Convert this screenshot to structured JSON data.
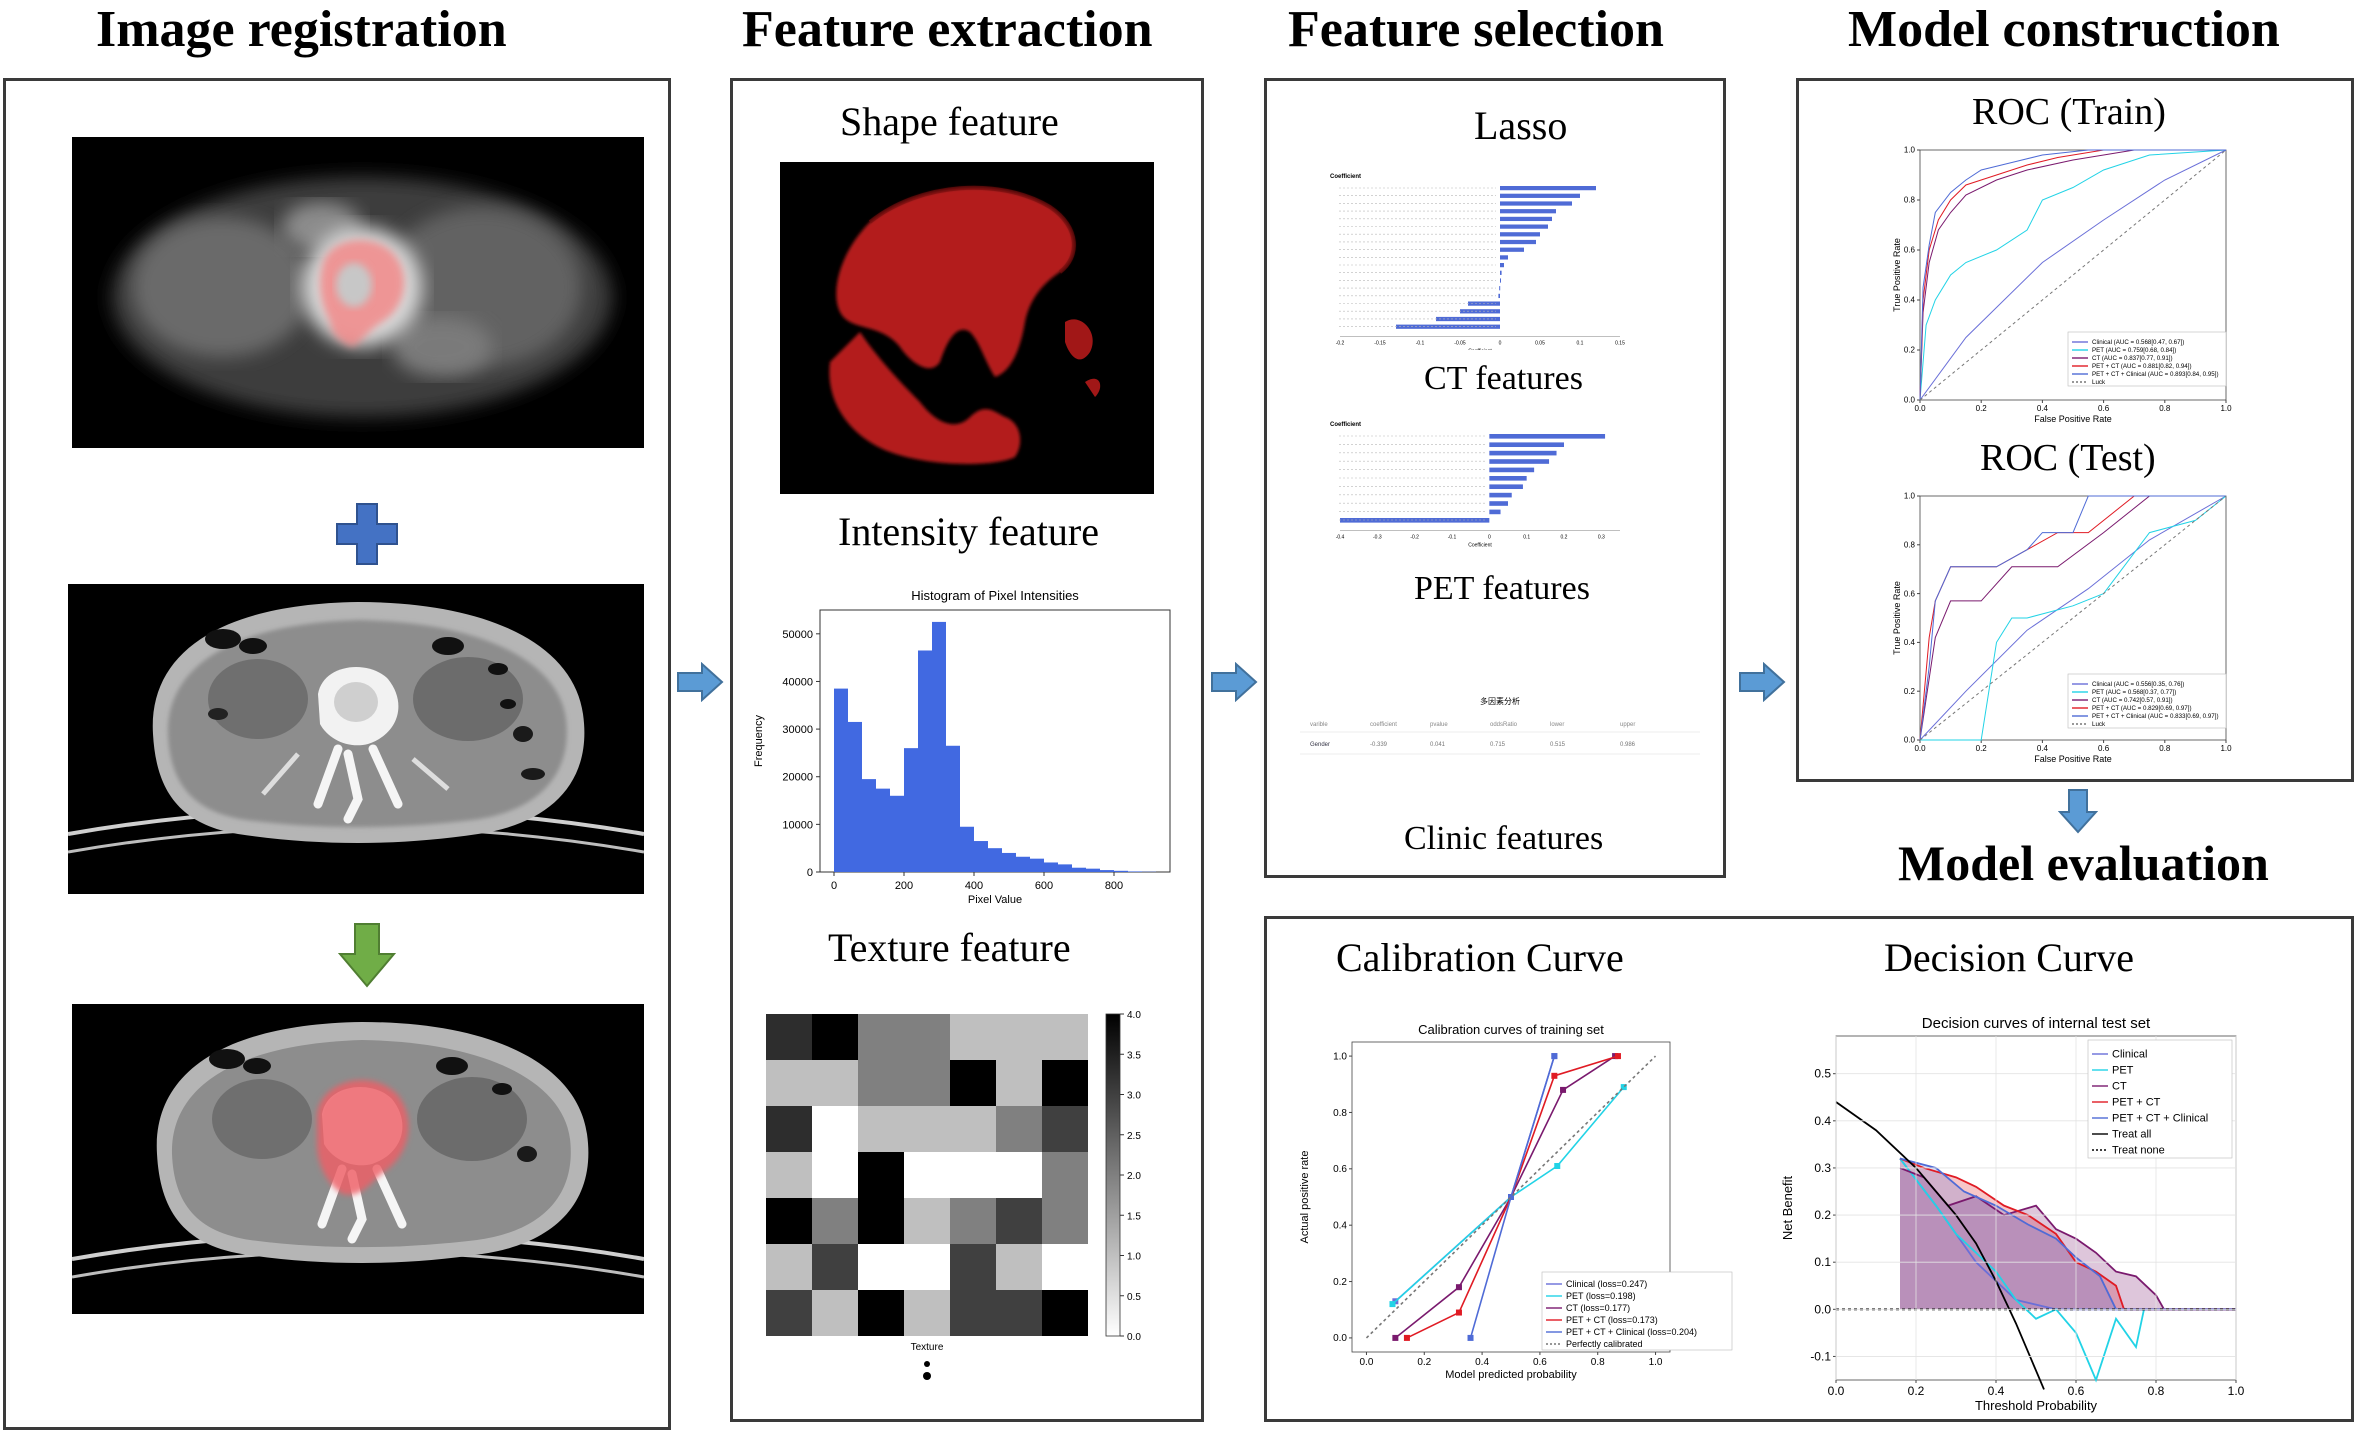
{
  "sections": {
    "registration": "Image registration",
    "extraction": "Feature extraction",
    "selection": "Feature selection",
    "construction": "Model construction",
    "evaluation": "Model evaluation"
  },
  "extraction": {
    "shape": "Shape feature",
    "intensity": "Intensity feature",
    "texture": "Texture feature"
  },
  "selection": {
    "lasso": "Lasso",
    "ct": "CT features",
    "pet": "PET features",
    "clinic": "Clinic features",
    "lasso_header": "Coefficient",
    "lasso_xlabel": "Coefficient",
    "clinic_table": {
      "title": "多因素分析",
      "headers": [
        "varible",
        "coefficient",
        "pvalue",
        "oddsRatio",
        "lower",
        "upper"
      ],
      "row": [
        "Gender",
        "-0.339",
        "0.041",
        "0.715",
        "0.515",
        "0.986"
      ]
    }
  },
  "construction": {
    "roc_train": "ROC (Train)",
    "roc_test": "ROC (Test)",
    "calibration": "Calibration Curve",
    "decision": "Decision Curve"
  },
  "colors": {
    "clinical": "#6a6fd8",
    "pet": "#22d3e6",
    "ct": "#7a1a6e",
    "petct": "#e01b24",
    "petctclin": "#4f6bd6",
    "hist": "#4169e1",
    "arrow_blue": "#5b8fd0",
    "arrow_green": "#70ad47"
  },
  "chart_data": [
    {
      "type": "bar",
      "title": "Histogram of Pixel Intensities",
      "xlabel": "Pixel Value",
      "ylabel": "Frequency",
      "x_ticks": [
        "0",
        "200",
        "400",
        "600",
        "800"
      ],
      "y_ticks": [
        "0",
        "10000",
        "20000",
        "30000",
        "40000",
        "50000"
      ],
      "bin_starts": [
        0,
        40,
        80,
        120,
        160,
        200,
        240,
        280,
        320,
        360,
        400,
        440,
        480,
        520,
        560,
        600,
        640,
        680,
        720,
        760,
        800,
        840,
        880
      ],
      "values": [
        38500,
        31500,
        19500,
        17500,
        16000,
        26000,
        46500,
        52500,
        26500,
        9500,
        6500,
        5000,
        4000,
        3200,
        2800,
        2000,
        1600,
        900,
        700,
        400,
        250,
        120,
        60
      ],
      "xlim": [
        -40,
        960
      ],
      "ylim": [
        0,
        55000
      ]
    },
    {
      "type": "heatmap",
      "xlabel": "Texture",
      "colorbar_ticks": [
        "4.0",
        "3.5",
        "3.0",
        "2.5",
        "2.0",
        "1.5",
        "1.0",
        "0.5",
        "0.0"
      ],
      "range": [
        0,
        4
      ],
      "values": [
        [
          3.3,
          4.0,
          2.0,
          2.0,
          1.0,
          1.0,
          1.0
        ],
        [
          1.0,
          1.0,
          2.0,
          2.0,
          4.0,
          1.0,
          4.0
        ],
        [
          3.3,
          0.0,
          1.0,
          1.0,
          1.0,
          2.0,
          3.0
        ],
        [
          1.0,
          0.0,
          4.0,
          0.0,
          0.0,
          0.0,
          2.0
        ],
        [
          4.0,
          2.0,
          4.0,
          1.0,
          2.0,
          3.0,
          2.0
        ],
        [
          1.0,
          3.0,
          0.0,
          0.0,
          3.0,
          1.0,
          0.0
        ],
        [
          3.0,
          1.0,
          4.0,
          1.0,
          3.0,
          3.0,
          4.0
        ]
      ]
    },
    {
      "type": "bar",
      "title": "Lasso CT coefficients",
      "ylabel": "Coefficient",
      "xlabel": "Coefficient",
      "values": [
        0.12,
        0.1,
        0.09,
        0.07,
        0.065,
        0.06,
        0.05,
        0.045,
        0.03,
        0.01,
        0.005,
        0.002,
        0.001,
        -0.001,
        -0.002,
        -0.04,
        -0.05,
        -0.08,
        -0.13
      ],
      "x_ticks": [
        "-0.2",
        "-0.15",
        "-0.1",
        "-0.05",
        "0",
        "0.05",
        "0.1",
        "0.15"
      ],
      "xlim": [
        -0.2,
        0.15
      ]
    },
    {
      "type": "bar",
      "title": "Lasso PET coefficients",
      "ylabel": "Coefficient",
      "xlabel": "Coefficient",
      "values": [
        0.31,
        0.2,
        0.18,
        0.16,
        0.12,
        0.1,
        0.09,
        0.06,
        0.05,
        0.03,
        -0.4
      ],
      "x_ticks": [
        "-0.4",
        "-0.3",
        "-0.2",
        "-0.1",
        "0",
        "0.1",
        "0.2",
        "0.3"
      ],
      "xlim": [
        -0.4,
        0.35
      ]
    },
    {
      "type": "line",
      "title": "ROC (Train)",
      "xlabel": "False Positive Rate",
      "ylabel": "True Positive Rate",
      "ticks": [
        "0.0",
        "0.2",
        "0.4",
        "0.6",
        "0.8",
        "1.0"
      ],
      "series": [
        {
          "name": "Clinical (AUC = 0.568[0.47, 0.67])",
          "key": "clinical",
          "x": [
            0,
            0.15,
            0.4,
            0.6,
            0.8,
            1.0
          ],
          "y": [
            0,
            0.25,
            0.55,
            0.72,
            0.88,
            1.0
          ]
        },
        {
          "name": "PET (AUC = 0.759[0.68, 0.84])",
          "key": "pet",
          "x": [
            0,
            0.02,
            0.05,
            0.1,
            0.15,
            0.25,
            0.35,
            0.4,
            0.5,
            0.6,
            0.75,
            1.0
          ],
          "y": [
            0,
            0.3,
            0.4,
            0.5,
            0.55,
            0.6,
            0.68,
            0.8,
            0.85,
            0.92,
            0.98,
            1.0
          ]
        },
        {
          "name": "CT (AUC = 0.837[0.77, 0.91])",
          "key": "ct",
          "x": [
            0,
            0.01,
            0.03,
            0.06,
            0.1,
            0.15,
            0.25,
            0.35,
            0.5,
            0.7,
            1.0
          ],
          "y": [
            0,
            0.35,
            0.55,
            0.68,
            0.75,
            0.82,
            0.88,
            0.92,
            0.96,
            1.0,
            1.0
          ]
        },
        {
          "name": "PET + CT (AUC = 0.881[0.82, 0.94])",
          "key": "petct",
          "x": [
            0,
            0.01,
            0.03,
            0.06,
            0.1,
            0.15,
            0.25,
            0.35,
            0.45,
            0.6,
            1.0
          ],
          "y": [
            0,
            0.4,
            0.6,
            0.72,
            0.8,
            0.86,
            0.9,
            0.94,
            0.97,
            1.0,
            1.0
          ]
        },
        {
          "name": "PET + CT + Clinical (AUC = 0.893[0.84, 0.95])",
          "key": "petctclin",
          "x": [
            0,
            0.01,
            0.03,
            0.05,
            0.1,
            0.15,
            0.2,
            0.3,
            0.4,
            0.55,
            1.0
          ],
          "y": [
            0,
            0.45,
            0.62,
            0.75,
            0.83,
            0.88,
            0.92,
            0.95,
            0.98,
            1.0,
            1.0
          ]
        },
        {
          "name": "Luck",
          "key": "luck",
          "x": [
            0,
            1
          ],
          "y": [
            0,
            1
          ]
        }
      ]
    },
    {
      "type": "line",
      "title": "ROC (Test)",
      "xlabel": "False Positive Rate",
      "ylabel": "True Positive Rate",
      "ticks": [
        "0.0",
        "0.2",
        "0.4",
        "0.6",
        "0.8",
        "1.0"
      ],
      "series": [
        {
          "name": "Clinical (AUC = 0.556[0.35, 0.76])",
          "key": "clinical",
          "x": [
            0,
            0.15,
            0.35,
            0.55,
            0.75,
            1.0
          ],
          "y": [
            0,
            0.2,
            0.45,
            0.62,
            0.82,
            1.0
          ]
        },
        {
          "name": "PET (AUC = 0.568[0.37, 0.77])",
          "key": "pet",
          "x": [
            0,
            0.2,
            0.25,
            0.3,
            0.35,
            0.5,
            0.6,
            0.75,
            0.9,
            1.0
          ],
          "y": [
            0,
            0,
            0.4,
            0.5,
            0.5,
            0.55,
            0.6,
            0.85,
            0.9,
            1.0
          ]
        },
        {
          "name": "CT (AUC = 0.742[0.57, 0.91])",
          "key": "ct",
          "x": [
            0,
            0.05,
            0.1,
            0.2,
            0.3,
            0.45,
            0.6,
            0.75,
            1.0
          ],
          "y": [
            0,
            0.42,
            0.57,
            0.57,
            0.71,
            0.71,
            0.85,
            1.0,
            1.0
          ]
        },
        {
          "name": "PET + CT (AUC = 0.829[0.69, 0.97])",
          "key": "petct",
          "x": [
            0,
            0.03,
            0.05,
            0.1,
            0.25,
            0.35,
            0.45,
            0.55,
            0.7,
            1.0
          ],
          "y": [
            0,
            0.42,
            0.57,
            0.71,
            0.71,
            0.78,
            0.85,
            0.85,
            1.0,
            1.0
          ]
        },
        {
          "name": "PET + CT + Clinical (AUC = 0.833[0.69, 0.97])",
          "key": "petctclin",
          "x": [
            0,
            0.03,
            0.05,
            0.1,
            0.25,
            0.35,
            0.4,
            0.5,
            0.55,
            0.7,
            1.0
          ],
          "y": [
            0,
            0.3,
            0.57,
            0.71,
            0.71,
            0.78,
            0.85,
            0.85,
            1.0,
            1.0,
            1.0
          ]
        },
        {
          "name": "Luck",
          "key": "luck",
          "x": [
            0,
            1
          ],
          "y": [
            0,
            1
          ]
        }
      ]
    },
    {
      "type": "line",
      "title": "Calibration curves of training set",
      "xlabel": "Model predicted probability",
      "ylabel": "Actual positive rate",
      "ticks": [
        "0.0",
        "0.2",
        "0.4",
        "0.6",
        "0.8",
        "1.0"
      ],
      "series": [
        {
          "name": "Clinical (loss=0.247)",
          "key": "clinical",
          "x": [
            0.1,
            0.5,
            0.65
          ],
          "y": [
            0.13,
            0.5,
            1.0
          ]
        },
        {
          "name": "PET (loss=0.198)",
          "key": "pet",
          "x": [
            0.09,
            0.5,
            0.66,
            0.89
          ],
          "y": [
            0.12,
            0.5,
            0.61,
            0.89
          ]
        },
        {
          "name": "CT (loss=0.177)",
          "key": "ct",
          "x": [
            0.1,
            0.32,
            0.5,
            0.68,
            0.86
          ],
          "y": [
            0.0,
            0.18,
            0.5,
            0.88,
            1.0
          ]
        },
        {
          "name": "PET + CT (loss=0.173)",
          "key": "petct",
          "x": [
            0.14,
            0.32,
            0.5,
            0.65,
            0.87
          ],
          "y": [
            0.0,
            0.09,
            0.5,
            0.93,
            1.0
          ]
        },
        {
          "name": "PET + CT + Clinical (loss=0.204)",
          "key": "petctclin",
          "x": [
            0.36,
            0.5,
            0.65
          ],
          "y": [
            0.0,
            0.5,
            1.0
          ]
        },
        {
          "name": "Perfectly calibrated",
          "key": "luck",
          "x": [
            0,
            1
          ],
          "y": [
            0,
            1
          ]
        }
      ]
    },
    {
      "type": "line",
      "title": "Decision curves of internal test set",
      "xlabel": "Threshold Probability",
      "ylabel": "Net Benefit",
      "x_ticks": [
        "0.0",
        "0.2",
        "0.4",
        "0.6",
        "0.8",
        "1.0"
      ],
      "y_ticks": [
        "-0.1",
        "0.0",
        "0.1",
        "0.2",
        "0.3",
        "0.4",
        "0.5"
      ],
      "xlim": [
        0,
        1
      ],
      "ylim": [
        -0.15,
        0.58
      ],
      "series": [
        {
          "name": "Clinical",
          "key": "clinical",
          "x": [
            0.16,
            0.25,
            0.35,
            0.45,
            0.55,
            0.6,
            1.0
          ],
          "y": [
            0.32,
            0.22,
            0.1,
            0.02,
            0.0,
            0.0,
            0.0
          ]
        },
        {
          "name": "PET",
          "key": "pet",
          "x": [
            0.16,
            0.25,
            0.3,
            0.35,
            0.4,
            0.45,
            0.5,
            0.55,
            0.6,
            0.65,
            0.7,
            0.75,
            0.77
          ],
          "y": [
            0.32,
            0.22,
            0.16,
            0.12,
            0.08,
            0.02,
            -0.02,
            0.0,
            -0.05,
            -0.15,
            -0.02,
            -0.08,
            0.0
          ]
        },
        {
          "name": "CT",
          "key": "ct",
          "x": [
            0.16,
            0.22,
            0.28,
            0.35,
            0.42,
            0.5,
            0.55,
            0.6,
            0.65,
            0.7,
            0.75,
            0.8,
            0.82,
            1.0
          ],
          "y": [
            0.3,
            0.28,
            0.22,
            0.24,
            0.2,
            0.22,
            0.17,
            0.15,
            0.12,
            0.08,
            0.07,
            0.03,
            0.0,
            0.0
          ]
        },
        {
          "name": "PET + CT",
          "key": "petct",
          "x": [
            0.16,
            0.22,
            0.3,
            0.35,
            0.42,
            0.48,
            0.55,
            0.6,
            0.65,
            0.7,
            0.72,
            1.0
          ],
          "y": [
            0.32,
            0.3,
            0.28,
            0.26,
            0.22,
            0.2,
            0.16,
            0.1,
            0.08,
            0.05,
            0.0,
            0.0
          ]
        },
        {
          "name": "PET + CT + Clinical",
          "key": "petctclin",
          "x": [
            0.16,
            0.25,
            0.32,
            0.4,
            0.48,
            0.55,
            0.6,
            0.66,
            0.7,
            1.0
          ],
          "y": [
            0.32,
            0.3,
            0.25,
            0.22,
            0.18,
            0.15,
            0.11,
            0.07,
            0.0,
            0.0
          ]
        },
        {
          "name": "Treat all",
          "key": "treatall",
          "x": [
            0.0,
            0.1,
            0.2,
            0.3,
            0.35,
            0.4,
            0.45,
            0.5,
            0.52
          ],
          "y": [
            0.44,
            0.38,
            0.3,
            0.2,
            0.14,
            0.06,
            -0.03,
            -0.13,
            -0.17
          ]
        },
        {
          "name": "Treat none",
          "key": "treatnone",
          "x": [
            0,
            1
          ],
          "y": [
            0,
            0
          ]
        }
      ]
    }
  ]
}
